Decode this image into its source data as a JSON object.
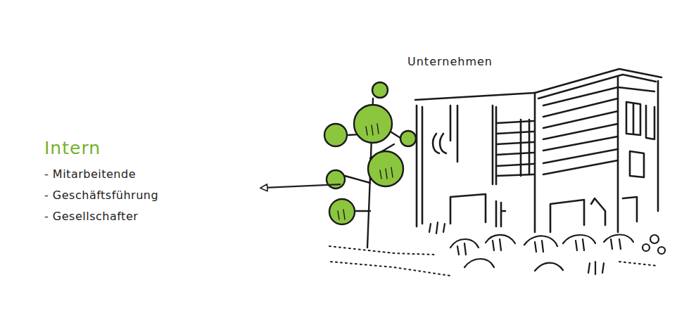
{
  "diagram": {
    "nodes": [
      {
        "text": [
          "Intern",
          "- Mitarbeitende",
          "- Geschäftsführung",
          "- Gesellschafter"
        ]
      },
      {
        "text": [
          "Unternehmen"
        ]
      }
    ],
    "edges": [
      {
        "from": 1,
        "to": 0,
        "arrow": "to"
      }
    ]
  }
}
